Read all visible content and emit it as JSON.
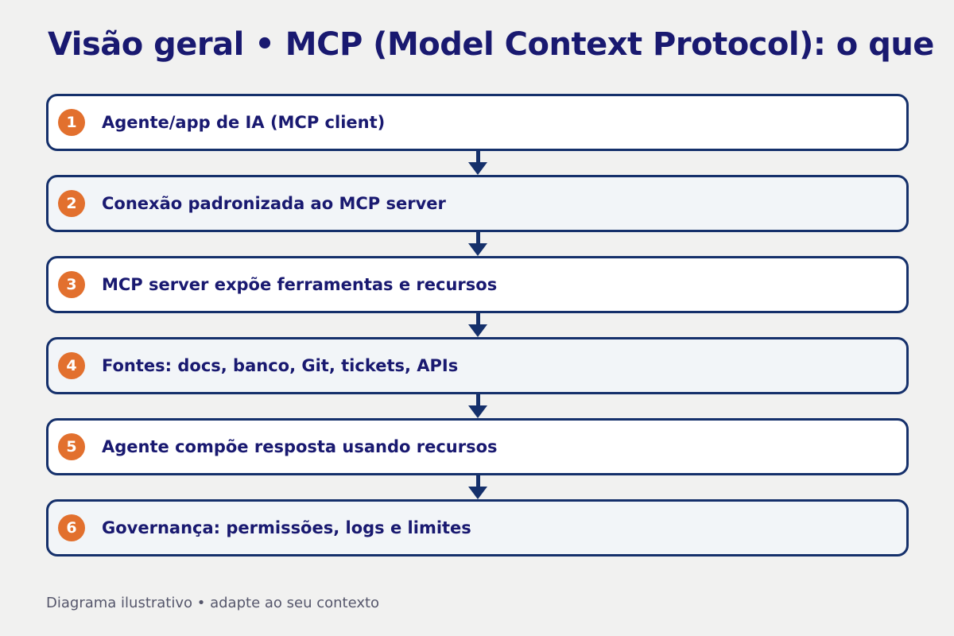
{
  "page": {
    "background_color": "#f1f1f0",
    "title": "Visão geral • MCP (Model Context Protocol): o que",
    "title_color": "#191970",
    "footer": "Diagrama ilustrativo • adapte ao seu contexto",
    "footer_color": "#55566b"
  },
  "theme": {
    "accent_orange": "#e2702e",
    "border_navy": "#15306b",
    "card_odd_bg": "#ffffff",
    "card_even_bg": "#f2f5f8"
  },
  "steps": [
    {
      "number": "1",
      "label": "Agente/app de IA (MCP client)"
    },
    {
      "number": "2",
      "label": "Conexão padronizada ao MCP server"
    },
    {
      "number": "3",
      "label": "MCP server expõe ferramentas e recursos"
    },
    {
      "number": "4",
      "label": "Fontes: docs, banco, Git, tickets, APIs"
    },
    {
      "number": "5",
      "label": "Agente compõe resposta usando recursos"
    },
    {
      "number": "6",
      "label": "Governança: permissões, logs e limites"
    }
  ]
}
